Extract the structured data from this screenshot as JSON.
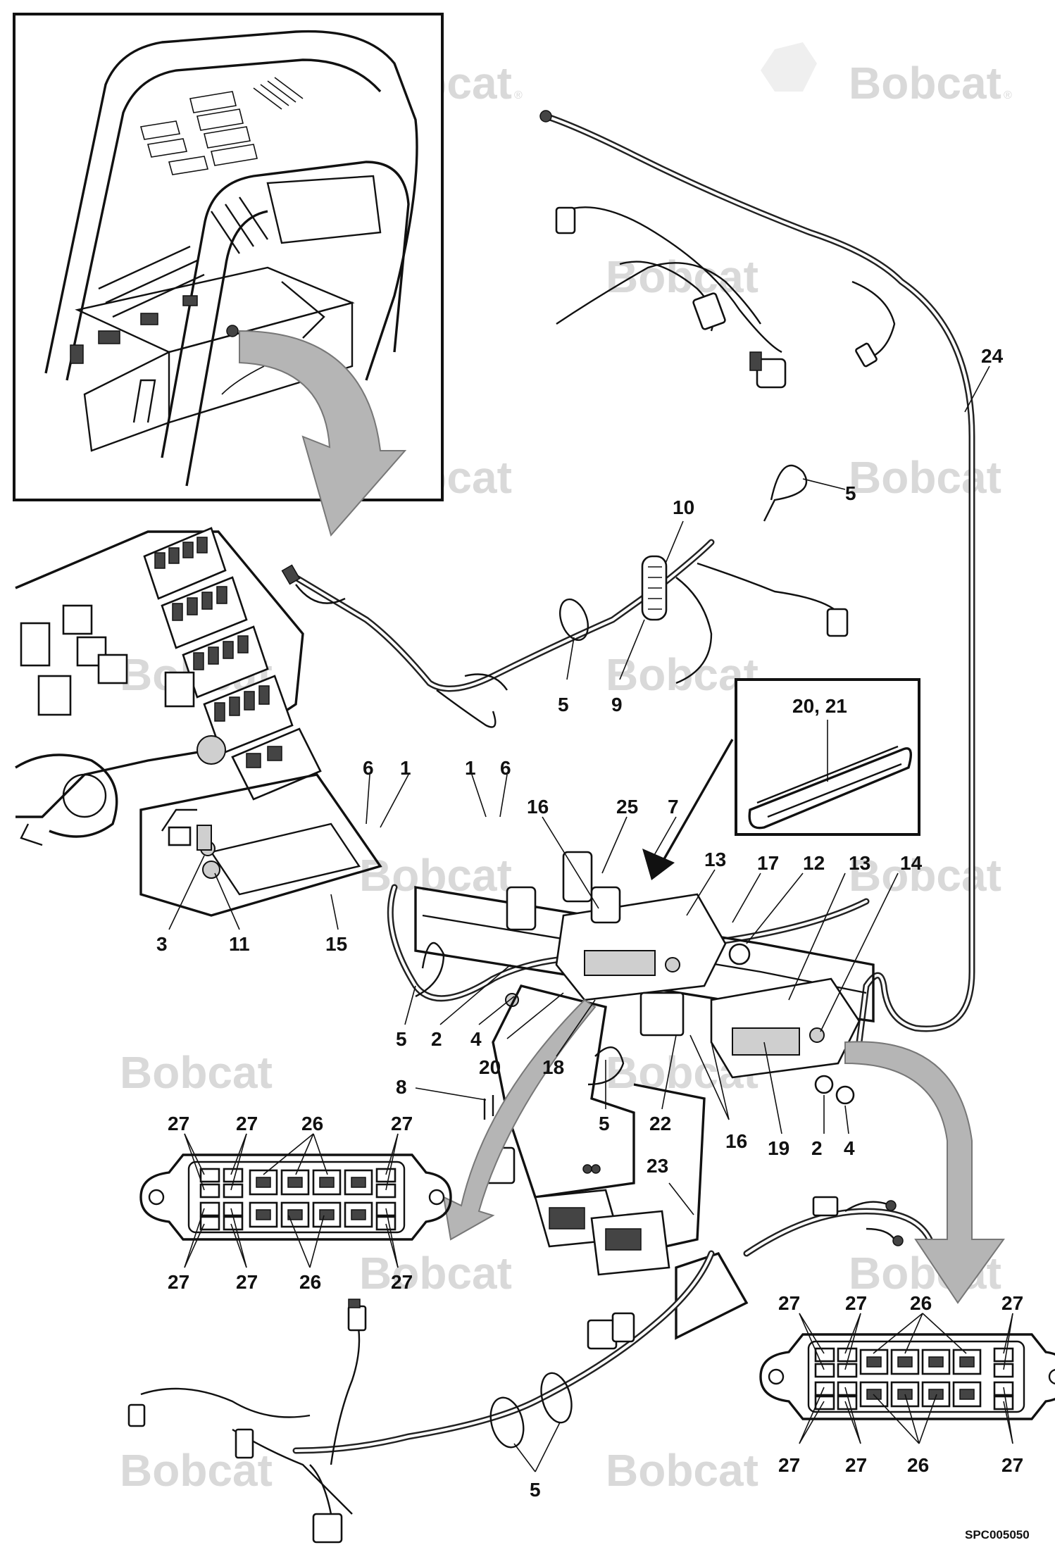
{
  "watermark": {
    "brand": "Bobcat",
    "registered": "®"
  },
  "drawing_code": "SPC005050",
  "inset_detail_label": "20, 21",
  "callouts": {
    "c24": "24",
    "c5_top": "5",
    "c10": "10",
    "c5_mid": "5",
    "c9": "9",
    "c6_left": "6",
    "c1_left": "1",
    "c1_mid": "1",
    "c6_mid": "6",
    "c16_top": "16",
    "c25": "25",
    "c7": "7",
    "c13_left": "13",
    "c17": "17",
    "c12": "12",
    "c13_right": "13",
    "c14": "14",
    "c3": "3",
    "c11": "11",
    "c15": "15",
    "c5_lower": "5",
    "c2_left": "2",
    "c4_left": "4",
    "c20": "20",
    "c18": "18",
    "c8": "8",
    "c5_center": "5",
    "c22": "22",
    "c16_bottom": "16",
    "c19": "19",
    "c2_right": "2",
    "c4_right": "4",
    "c23": "23",
    "c5_bottom": "5"
  },
  "fuse_panel_left": {
    "top_labels": {
      "a": "27",
      "b": "27",
      "c": "26",
      "d": "27"
    },
    "bottom_labels": {
      "a": "27",
      "b": "27",
      "c": "26",
      "d": "27"
    }
  },
  "fuse_panel_right": {
    "top_labels": {
      "a": "27",
      "b": "27",
      "c": "26",
      "d": "27"
    },
    "bottom_labels": {
      "a": "27",
      "b": "27",
      "c": "26",
      "d": "27"
    }
  }
}
